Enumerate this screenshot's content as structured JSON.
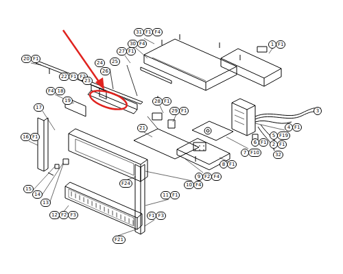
{
  "diagram": {
    "nodes": [
      {
        "text": [
          "1",
          "F1"
        ]
      },
      {
        "text": [
          "31",
          "F1",
          "F4"
        ]
      },
      {
        "text": [
          "30",
          "F4"
        ]
      },
      {
        "text": [
          "27",
          "F1"
        ]
      },
      {
        "text": [
          "20",
          "F1"
        ]
      },
      {
        "text": [
          "25"
        ]
      },
      {
        "text": [
          "24"
        ]
      },
      {
        "text": [
          "26"
        ]
      },
      {
        "text": [
          "22",
          "F1",
          "F2"
        ]
      },
      {
        "text": [
          "23"
        ]
      },
      {
        "text": [
          "F4",
          "18"
        ]
      },
      {
        "text": [
          "28",
          "F1"
        ]
      },
      {
        "text": [
          "19"
        ]
      },
      {
        "text": [
          "17"
        ]
      },
      {
        "text": [
          "29",
          "F1"
        ]
      },
      {
        "text": [
          "3"
        ]
      },
      {
        "text": [
          "4",
          "F1"
        ]
      },
      {
        "text": [
          "21"
        ]
      },
      {
        "text": [
          "5",
          "F19"
        ]
      },
      {
        "text": [
          "16",
          "F1"
        ]
      },
      {
        "text": [
          "6",
          "F1"
        ]
      },
      {
        "text": [
          "2",
          "F1"
        ]
      },
      {
        "text": [
          "7",
          "F10"
        ]
      },
      {
        "text": [
          "32"
        ]
      },
      {
        "text": [
          "8",
          "F1"
        ]
      },
      {
        "text": [
          "9",
          "F2",
          "F4"
        ]
      },
      {
        "text": [
          "F24"
        ]
      },
      {
        "text": [
          "10",
          "F4"
        ]
      },
      {
        "text": [
          "15"
        ]
      },
      {
        "text": [
          "14"
        ]
      },
      {
        "text": [
          "11",
          "F1"
        ]
      },
      {
        "text": [
          "13"
        ]
      },
      {
        "text": [
          "12",
          "F2",
          "F3"
        ]
      },
      {
        "text": [
          "F1",
          "F3"
        ]
      },
      {
        "text": [
          "F21"
        ]
      }
    ]
  }
}
